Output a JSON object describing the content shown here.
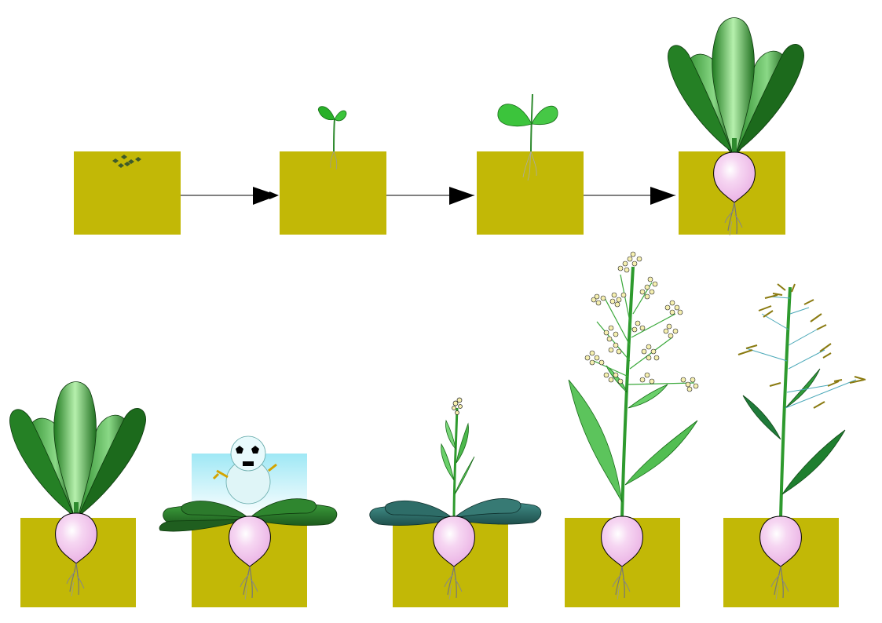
{
  "colors": {
    "soil": "#c2b806",
    "soil_edge": "#b0a800",
    "radish": "#f2c9ee",
    "radish_edge": "#000000",
    "leaf_dark": "#1f7a1f",
    "leaf_mid": "#3fae3f",
    "leaf_light": "#a8e6a0",
    "rosette_teal": "#2f6f6a",
    "stem": "#2e9a2e",
    "seed": "#3d5a2a",
    "flower": "#f6f0b0",
    "seed_pod": "#9a8a20",
    "arrow": "#000000",
    "sky_top": "#9fe8f5",
    "sky_bottom": "#ffffff",
    "snowman": "#dff5f7",
    "root": "#808080"
  },
  "stages": [
    {
      "name": "seeds-in-soil",
      "icon": "seed-icon"
    },
    {
      "name": "seedling",
      "icon": "seedling-icon"
    },
    {
      "name": "young-plant",
      "icon": "young-plant-icon"
    },
    {
      "name": "mature-radish",
      "icon": "mature-radish-icon"
    },
    {
      "name": "mature-radish-repeat",
      "icon": "mature-radish-icon"
    },
    {
      "name": "winter-rosette",
      "icon": "snowman-icon"
    },
    {
      "name": "bolting",
      "icon": "bolting-stalk-icon"
    },
    {
      "name": "flowering",
      "icon": "flowering-stalk-icon"
    },
    {
      "name": "seed-pods",
      "icon": "seed-pod-stalk-icon"
    }
  ]
}
